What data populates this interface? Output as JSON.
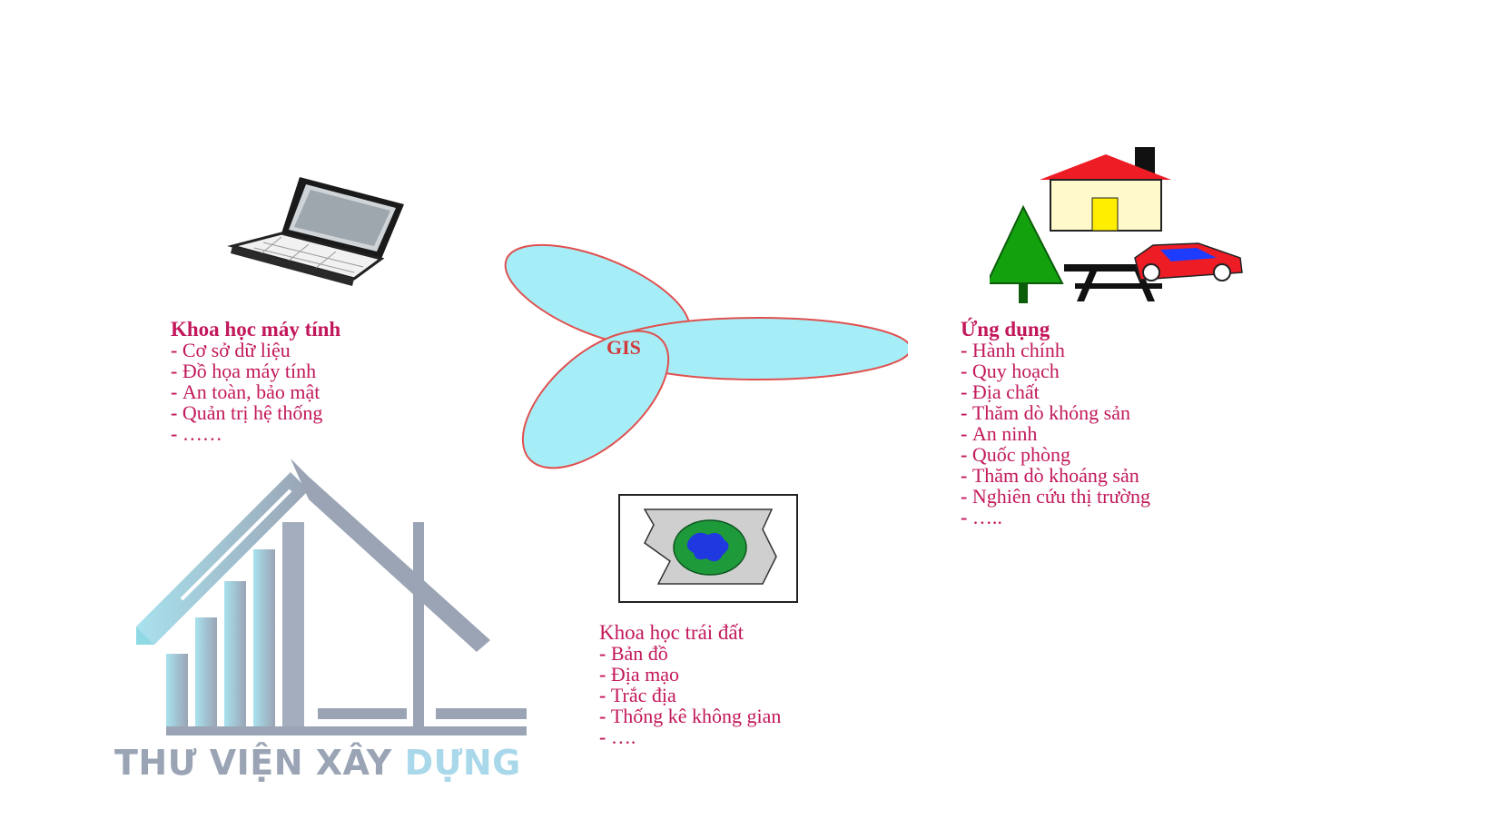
{
  "center": {
    "label": "GIS"
  },
  "computer_science": {
    "title": "Khoa học máy tính",
    "items": [
      "Cơ sở dữ liệu",
      "Đồ họa máy tính",
      "An toàn, bảo mật",
      "Quản trị hệ thống",
      "……"
    ]
  },
  "applications": {
    "title": "Ứng dụng",
    "items": [
      "Hành chính",
      "Quy hoạch",
      "Địa chất",
      "Thăm dò khóng sản",
      "An ninh",
      "Quốc phòng",
      "Thăm dò khoáng sản",
      "Nghiên cứu thị trường",
      "….."
    ]
  },
  "earth_science": {
    "title": "Khoa học trái đất",
    "items": [
      "Bản đồ",
      "Địa mạo",
      "Trắc địa",
      "Thống kê không gian",
      "…."
    ]
  },
  "watermark": {
    "part1": "THƯ VIỆN XÂY ",
    "part2": "DỰNG"
  },
  "colors": {
    "text": "#c2185b",
    "petal": "#a6eef7",
    "petal_stroke": "#e0504f",
    "logo_gray": "#9aa4b5",
    "logo_blue": "#a9d8ea"
  },
  "icons": [
    "laptop-icon",
    "house-icon",
    "tree-icon",
    "picnic-table-icon",
    "car-icon",
    "earth-map-icon",
    "building-logo-icon"
  ]
}
